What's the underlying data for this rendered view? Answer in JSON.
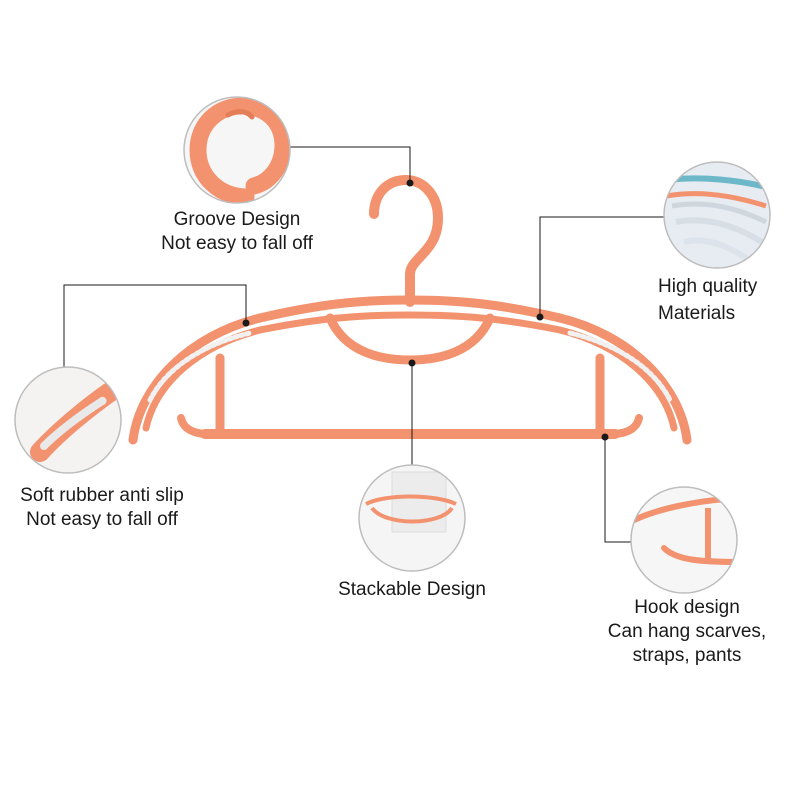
{
  "colors": {
    "hanger": "#F3926E",
    "hanger_dark": "#E47E59",
    "leader": "#1a1a1a",
    "circle_border": "#bdbdbd",
    "circle_fill": "#f6f6f6"
  },
  "callouts": {
    "groove": {
      "line1": "Groove Design",
      "line2": "Not easy to fall off"
    },
    "materials": {
      "line1": "High quality",
      "line2": "Materials"
    },
    "rubber": {
      "line1": "Soft rubber anti slip",
      "line2": "Not easy to fall off"
    },
    "stackable": {
      "line1": "Stackable Design"
    },
    "hook": {
      "line1": "Hook design",
      "line2": "Can hang scarves,",
      "line3": "straps, pants"
    }
  }
}
